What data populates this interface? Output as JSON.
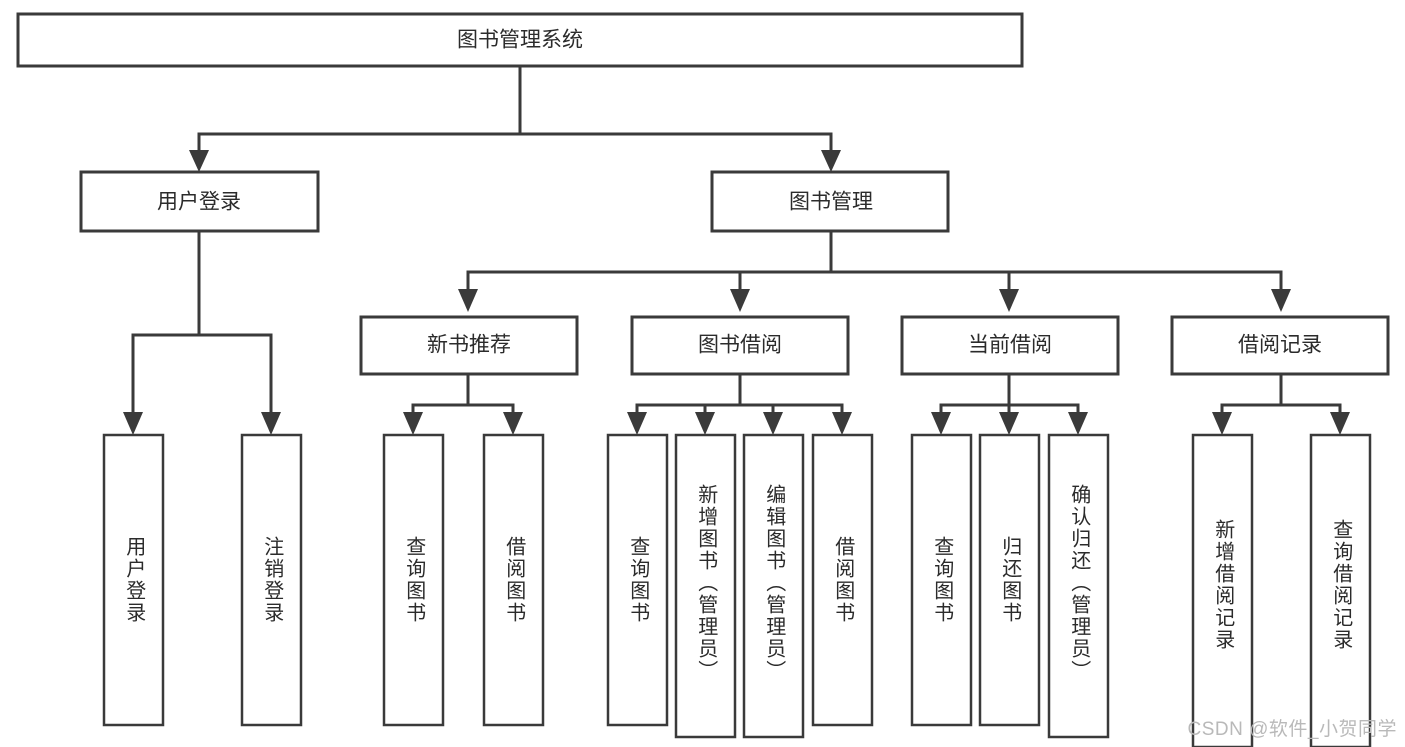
{
  "diagram": {
    "title": "图书管理系统",
    "type": "hierarchy-tree",
    "colors": {
      "box_stroke": "#3a3a3a",
      "box_fill": "#ffffff",
      "text": "#2b2b2b",
      "connector": "#3a3a3a",
      "watermark": "#b9b9b9",
      "background": "#ffffff"
    },
    "root": {
      "label": "图书管理系统"
    },
    "level2": [
      {
        "label": "用户登录"
      },
      {
        "label": "图书管理"
      }
    ],
    "level3": [
      {
        "label": "新书推荐"
      },
      {
        "label": "图书借阅"
      },
      {
        "label": "当前借阅"
      },
      {
        "label": "借阅记录"
      }
    ],
    "leaves": {
      "user_login": [
        {
          "label": "用户登录"
        },
        {
          "label": "注销登录"
        }
      ],
      "new_book_recommend": [
        {
          "label": "查询图书"
        },
        {
          "label": "借阅图书"
        }
      ],
      "book_borrow": [
        {
          "label": "查询图书"
        },
        {
          "label": "新增图书（管理员）"
        },
        {
          "label": "编辑图书（管理员）"
        },
        {
          "label": "借阅图书"
        }
      ],
      "current_borrow": [
        {
          "label": "查询图书"
        },
        {
          "label": "归还图书"
        },
        {
          "label": "确认归还（管理员）"
        }
      ],
      "borrow_record": [
        {
          "label": "新增借阅记录"
        },
        {
          "label": "查询借阅记录"
        }
      ]
    }
  },
  "watermark": {
    "text": "CSDN @软件_小贺同学"
  }
}
